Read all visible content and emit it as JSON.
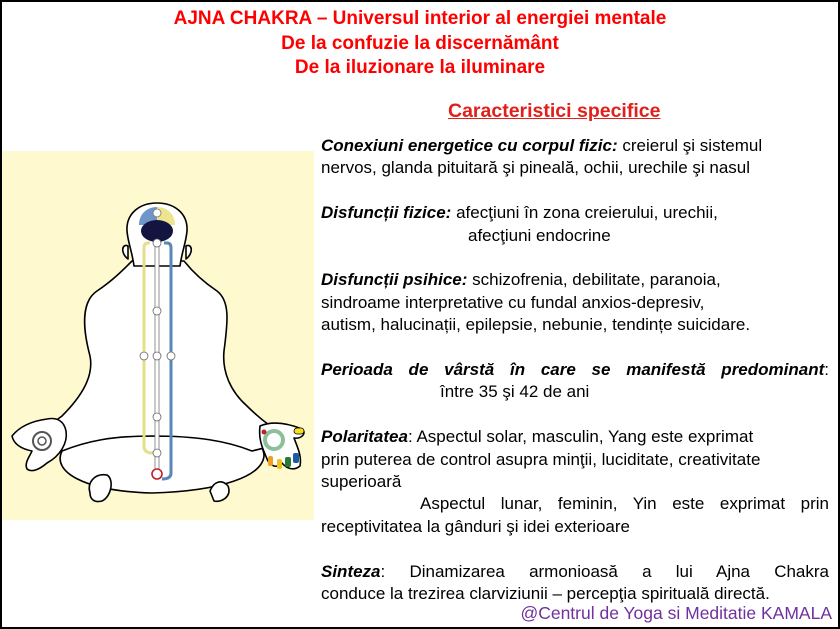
{
  "title": {
    "line1": "AJNA CHAKRA – Universul interior al energiei mentale",
    "line2": "De la confuzie la discernământ",
    "line3": "De la iluzionare la iluminare",
    "color": "#ff0000"
  },
  "section_heading": "Caracteristici specifice",
  "figure": {
    "description": "meditating-figure-back-view-with-energy-channels",
    "background_color": "#fff9cf",
    "channel_colors": {
      "left_ida": "#e6de8a",
      "right_pingala": "#5a86b8",
      "central_sushumna": "#ffffff"
    },
    "finger_colors": [
      "#f0a020",
      "#f2c21c",
      "#2a7a30",
      "#1e5aa8",
      "#f5e020"
    ]
  },
  "items": [
    {
      "label": "Conexiuni energetice cu corpul fizic:",
      "lines": [
        " creierul şi sistemul",
        "nervos, glanda pituitară şi pineală, ochii, urechile şi nasul"
      ]
    },
    {
      "label": "Disfuncții fizice:",
      "lines": [
        " afecţiuni în zona creierului, urechii,",
        "afecţiuni endocrine"
      ]
    },
    {
      "label": "Disfuncții psihice:",
      "lines": [
        " schizofrenia, debilitate, paranoia,",
        "sindroame interpretative cu fundal anxios-depresiv,",
        "autism, halucinații, epilepsie, nebunie, tendințe suicidare."
      ]
    },
    {
      "label": "Perioada de vârstă în care se manifestă predominant",
      "suffix": ":",
      "lines": [
        "între 35 şi 42 de ani"
      ]
    },
    {
      "label": "Polaritatea",
      "suffix": ":",
      "lines": [
        " Aspectul solar, masculin, Yang este exprimat",
        "prin puterea de control asupra minţii, luciditate, creativitate",
        "superioară",
        "Aspectul lunar, feminin, Yin este exprimat prin",
        "receptivitatea la gânduri şi idei exterioare"
      ]
    },
    {
      "label": "Sinteza",
      "suffix": ":",
      "lines": [
        " Dinamizarea armonioasă a lui Ajna Chakra",
        "conduce la trezirea clarviziunii – percepţia spirituală directă."
      ]
    }
  ],
  "footer": "@Centrul de Yoga si Meditatie KAMALA",
  "colors": {
    "heading": "#e0201a",
    "footer": "#7030a0"
  }
}
